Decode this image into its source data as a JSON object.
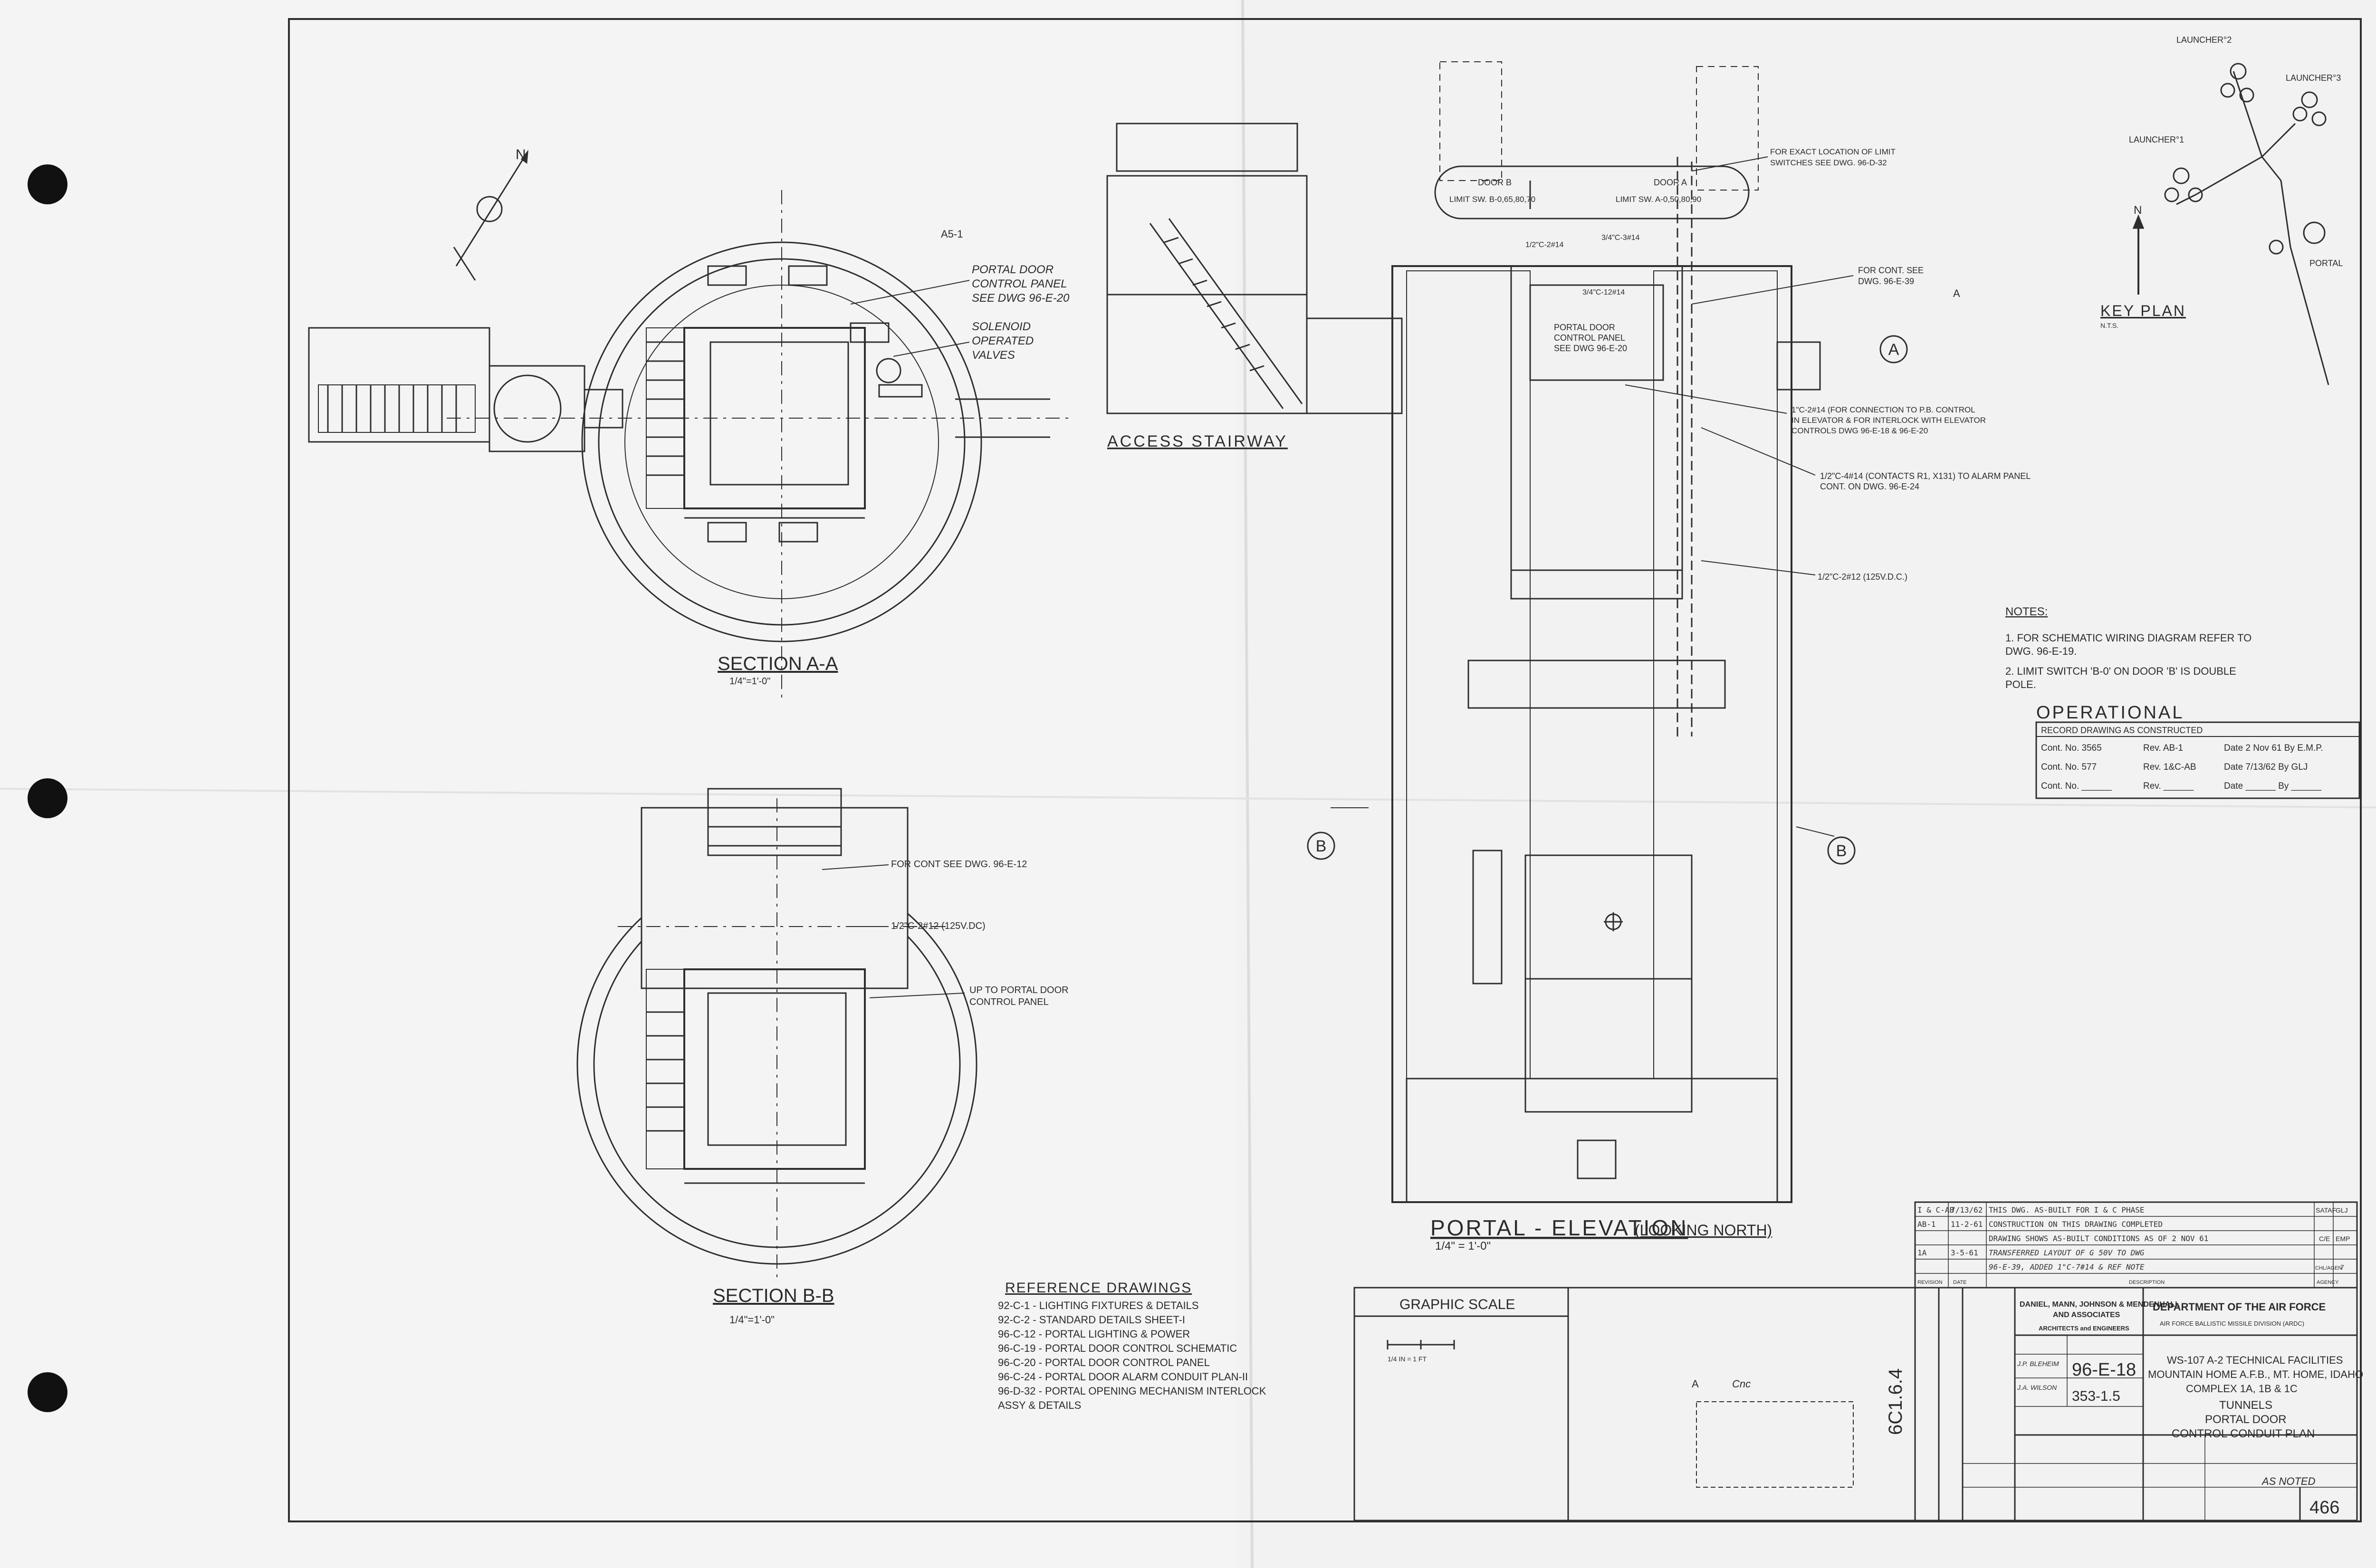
{
  "sheet": {
    "section_a": {
      "title": "SECTION A-A",
      "scale": "1/4\"=1'-0\"",
      "tag": "A5-1"
    },
    "section_b": {
      "title": "SECTION B-B",
      "scale": "1/4\"=1'-0\""
    },
    "access_stairway": "ACCESS STAIRWAY",
    "portal_elevation": {
      "title": "PORTAL - ELEVATION",
      "subtitle": "(LOOKING NORTH)",
      "scale": "1/4\" = 1'-0\""
    },
    "north": "N",
    "callouts": {
      "portal_door_panel": [
        "PORTAL DOOR",
        "CONTROL PANEL",
        "SEE DWG 96-E-20"
      ],
      "solenoid": [
        "SOLENOID",
        "OPERATED",
        "VALVES"
      ],
      "exact_location": [
        "FOR EXACT LOCATION OF LIMIT",
        "SWITCHES SEE DWG. 96-D-32"
      ],
      "door_b": "DOOR B",
      "door_a": "DOOR A",
      "limit_b": "LIMIT SW. B-0,65,80,70",
      "limit_a": "LIMIT SW. A-0,50,80,90",
      "conduit_top": "3/4\"C-3#14",
      "conduit_upper": "1/2\"C-2#14",
      "conduit_mid": "3/4\"C-12#14",
      "cont_see": [
        "FOR CONT. SEE",
        "DWG. 96-E-39"
      ],
      "panel_elev": [
        "PORTAL DOOR",
        "CONTROL PANEL",
        "SEE DWG 96-E-20"
      ],
      "pc_note": [
        "1\"C-2#14 (FOR CONNECTION TO P.B. CONTROL",
        "IN ELEVATOR & FOR INTERLOCK WITH ELEVATOR",
        "CONTROLS DWG 96-E-18 & 96-E-20"
      ],
      "contacts_note": [
        "1/2\"C-4#14 (CONTACTS R1, X131) TO ALARM PANEL",
        "CONT. ON DWG. 96-E-24"
      ],
      "conduit_lower": "1/2\"C-2#12 (125V.D.C.)",
      "sec_b_cont": "FOR CONT SEE DWG. 96-E-12",
      "sec_b_conduit": "1/2\"C-2#12 (125V.DC)",
      "sec_b_up": [
        "UP TO PORTAL DOOR",
        "CONTROL PANEL"
      ],
      "bubble_a": "A",
      "bubble_b": "B",
      "triangle_mark": "A"
    },
    "key_plan": {
      "title": "KEY PLAN",
      "scale": "N.T.S.",
      "launcher_top": "LAUNCHER°2",
      "launcher_right": "LAUNCHER°3",
      "launcher_left": "LAUNCHER°1",
      "portal": "PORTAL"
    },
    "notes": {
      "heading": "NOTES:",
      "items": [
        "1.  FOR SCHEMATIC WIRING DIAGRAM REFER TO",
        "     DWG. 96-E-19.",
        "2.  LIMIT SWITCH 'B-0' ON DOOR 'B' IS DOUBLE",
        "     POLE."
      ]
    },
    "operational": {
      "title": "OPERATIONAL",
      "subtitle": "RECORD DRAWING AS CONSTRUCTED",
      "rows": [
        {
          "cont": "Cont. No.  3565",
          "rev": "Rev.  AB-1",
          "date": "Date 2 Nov 61  By  E.M.P."
        },
        {
          "cont": "Cont. No.  577",
          "rev": "Rev.  1&C-AB",
          "date": "Date 7/13/62  By  GLJ"
        },
        {
          "cont": "Cont. No. ______",
          "rev": "Rev. ______",
          "date": "Date ______  By ______"
        }
      ]
    },
    "reference": {
      "title": "REFERENCE DRAWINGS",
      "items": [
        "92-C-1 - LIGHTING FIXTURES & DETAILS",
        "92-C-2 - STANDARD DETAILS  SHEET-I",
        "96-C-12 - PORTAL LIGHTING & POWER",
        "96-C-19 - PORTAL DOOR CONTROL SCHEMATIC",
        "96-C-20 - PORTAL DOOR CONTROL PANEL",
        "96-C-24 - PORTAL DOOR ALARM CONDUIT PLAN-II",
        "96-D-32 - PORTAL OPENING MECHANISM INTERLOCK",
        "            ASSY & DETAILS"
      ]
    },
    "graphic_scale": {
      "title": "GRAPHIC SCALE",
      "unit": "1/4 IN = 1 FT"
    },
    "revisions": {
      "rows": [
        {
          "mark": "I & C-AB",
          "date": "7/13/62",
          "desc": "THIS DWG. AS-BUILT FOR I & C PHASE"
        },
        {
          "mark": "AB-1",
          "date": "11-2-61",
          "desc": "CONSTRUCTION ON THIS DRAWING COMPLETED"
        },
        {
          "mark": "",
          "date": "",
          "desc": "DRAWING SHOWS AS-BUILT CONDITIONS AS OF 2 NOV 61"
        },
        {
          "mark": "1A",
          "date": "3-5-61",
          "desc": "TRANSFERRED LAYOUT OF G 50V TO DWG"
        },
        {
          "mark": "",
          "date": "",
          "desc": "96-E-39, ADDED 1\"C-7#14 & REF NOTE"
        }
      ],
      "headers": [
        "REVISION",
        "DATE",
        "DESCRIPTION",
        "AGENCY"
      ],
      "side": [
        "SATAF",
        "GLJ",
        "C/E",
        "EMP",
        "CHL/AGEN",
        "7"
      ]
    },
    "title_block": {
      "firm": "DANIEL, MANN, JOHNSON & MENDENHALL",
      "firm2": "AND ASSOCIATES",
      "firm3": "ARCHITECTS and ENGINEERS",
      "dept": "DEPARTMENT OF THE AIR FORCE",
      "division": "AIR FORCE BALLISTIC MISSILE DIVISION (ARDC)",
      "project": "WS-107 A-2 TECHNICAL FACILITIES",
      "location": "MOUNTAIN HOME A.F.B., MT. HOME, IDAHO",
      "complex": "COMPLEX 1A, 1B & 1C",
      "drawing_title1": "TUNNELS",
      "drawing_title2": "PORTAL DOOR",
      "drawing_title3": "CONTROL CONDUIT PLAN",
      "dwg_no": "96-E-18",
      "file_no": "353-1.5",
      "drawn": "J.P. BLEHEIM",
      "checked": "J.A. WILSON",
      "scale_note": "AS NOTED",
      "vertical_code": "6C1.6.4",
      "sheet_no": "466",
      "corner_label": "Cnc"
    }
  }
}
